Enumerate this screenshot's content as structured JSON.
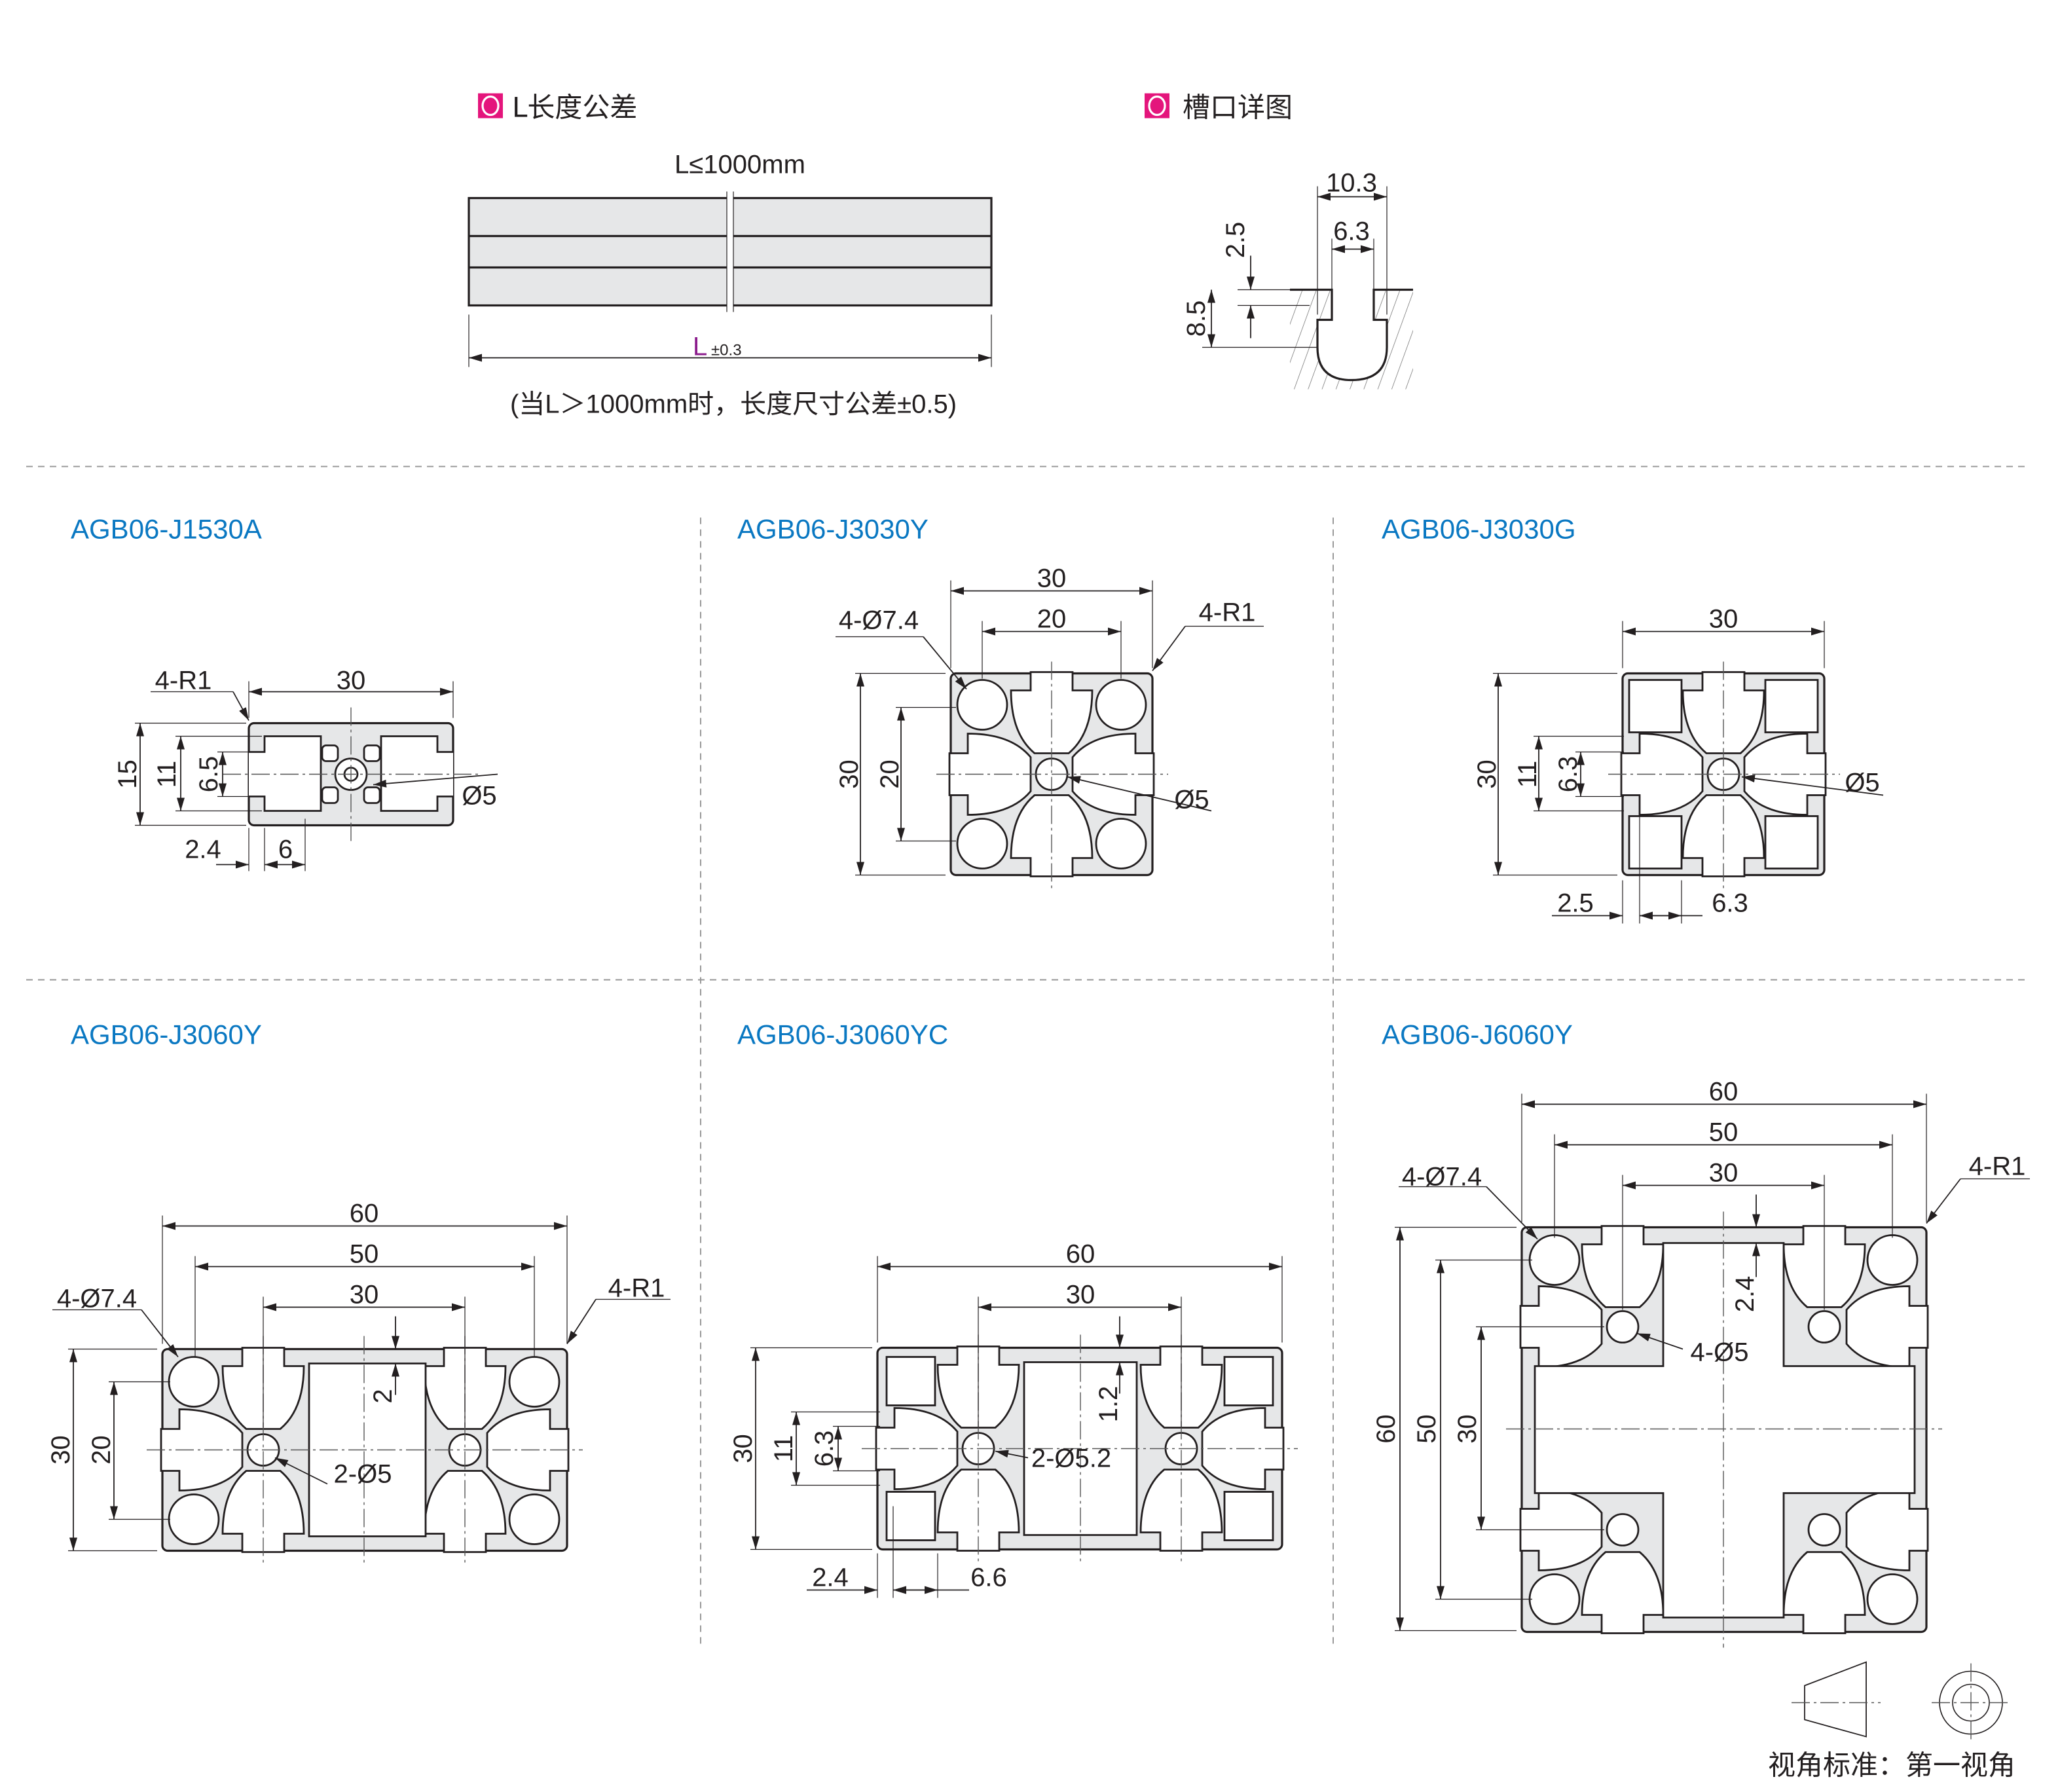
{
  "colors": {
    "accent": "#e4157c",
    "title_blue": "#0a78c2",
    "profile_fill": "#e6e7e8",
    "limit_magenta": "#8b1c8c"
  },
  "length_tolerance": {
    "title": "L长度公差",
    "top_label": "L≤1000mm",
    "dim_L": "L",
    "dim_tol": "±0.3",
    "note": "(当L＞1000mm时，长度尺寸公差±0.5)"
  },
  "slot_detail": {
    "title": "槽口详图",
    "w_outer": "10.3",
    "w_inner": "6.3",
    "depth_top": "2.5",
    "depth_total": "8.5"
  },
  "profiles": [
    {
      "name": "AGB06-J1530A",
      "dims": [
        "4-R1",
        "30",
        "15",
        "11",
        "6.5",
        "Ø5",
        "2.4",
        "6"
      ]
    },
    {
      "name": "AGB06-J3030Y",
      "dims": [
        "30",
        "20",
        "4-Ø7.4",
        "4-R1",
        "30",
        "20",
        "Ø5"
      ]
    },
    {
      "name": "AGB06-J3030G",
      "dims": [
        "30",
        "30",
        "11",
        "6.3",
        "Ø5",
        "2.5",
        "6.3"
      ]
    },
    {
      "name": "AGB06-J3060Y",
      "dims": [
        "60",
        "50",
        "30",
        "4-Ø7.4",
        "4-R1",
        "2",
        "30",
        "20",
        "2-Ø5"
      ]
    },
    {
      "name": "AGB06-J3060YC",
      "dims": [
        "60",
        "30",
        "1.2",
        "30",
        "11",
        "6.3",
        "2-Ø5.2",
        "2.4",
        "6.6"
      ]
    },
    {
      "name": "AGB06-J6060Y",
      "dims": [
        "60",
        "50",
        "30",
        "4-Ø7.4",
        "4-R1",
        "2.4",
        "4-Ø5",
        "60",
        "50",
        "30"
      ]
    }
  ],
  "view_standard": {
    "label": "视角标准：第一视角"
  }
}
